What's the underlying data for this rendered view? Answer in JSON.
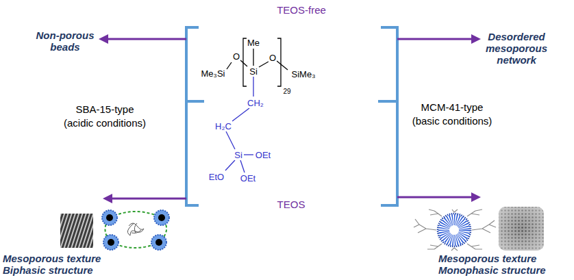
{
  "diagram": {
    "labels": [
      "TEOS-free",
      "Non-porous beads",
      "Desordered mesoporous network",
      "Me",
      "Me₃Si",
      "O",
      "O",
      "Si",
      "SiMe₃",
      "29",
      "SBA-15-type (acidic conditions)",
      "MCM-41-type (basic conditions)",
      "CH₂",
      "H₂C",
      "Si",
      "OEt",
      "EtO",
      "OEt",
      "TEOS",
      "Mesoporous texture Biphasic structure",
      "Mesoporous texture Monophasic structure"
    ]
  }
}
